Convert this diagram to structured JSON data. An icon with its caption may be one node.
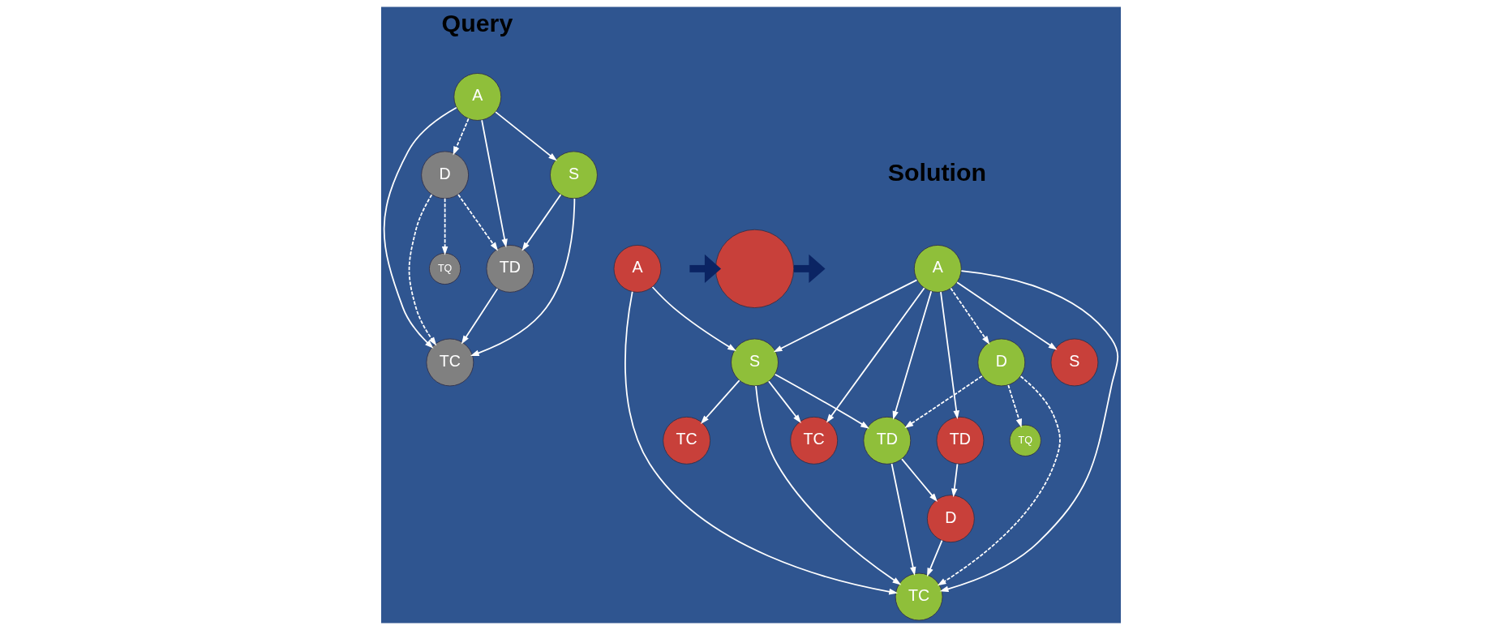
{
  "diagram": {
    "nodes": [
      {
        "text": [
          "A"
        ]
      },
      {
        "text": [
          "S"
        ]
      },
      {
        "text": [
          "TQ"
        ]
      },
      {
        "text": [
          "D"
        ]
      },
      {
        "text": [
          "TD"
        ]
      },
      {
        "text": [
          "TC"
        ]
      },
      {
        "text": [],
        "shape": "circle"
      },
      {
        "text": [
          "A"
        ]
      },
      {
        "text": [
          "A"
        ]
      },
      {
        "text": [
          "S"
        ]
      },
      {
        "text": [
          "TC"
        ]
      },
      {
        "text": [
          "TQ"
        ]
      },
      {
        "text": [
          "S"
        ]
      },
      {
        "text": [
          "D"
        ]
      },
      {
        "text": [
          "TC"
        ]
      },
      {
        "text": [
          "TD"
        ]
      },
      {
        "text": [
          "TC"
        ]
      },
      {
        "text": [
          "TD"
        ]
      },
      {
        "text": [
          "D"
        ]
      }
    ],
    "edges": [
      {
        "from": 0,
        "to": 4,
        "arrow": "to"
      },
      {
        "from": 0,
        "to": 3,
        "arrow": "to",
        "style": "dashed"
      },
      {
        "from": 0,
        "to": 1,
        "arrow": "to"
      },
      {
        "from": 0,
        "to": 5,
        "arrow": "to"
      },
      {
        "from": 1,
        "to": 4,
        "arrow": "to"
      },
      {
        "from": 1,
        "to": 5,
        "arrow": "to"
      },
      {
        "from": 3,
        "to": 2,
        "arrow": "to",
        "style": "dashed"
      },
      {
        "from": 3,
        "to": 4,
        "arrow": "to",
        "style": "dashed"
      },
      {
        "from": 3,
        "to": 5,
        "arrow": "to",
        "style": "dashed"
      },
      {
        "from": 4,
        "to": 5,
        "arrow": "to"
      },
      {
        "from": null,
        "to": 6,
        "arrow": "to",
        "style": "thick",
        "color": "#0b2463"
      },
      {
        "from": 6,
        "to": null,
        "arrow": "to",
        "style": "thick",
        "color": "#0b2463"
      },
      {
        "from": 8,
        "to": 9,
        "arrow": "to"
      },
      {
        "from": 8,
        "to": 17,
        "arrow": "to"
      },
      {
        "from": 8,
        "to": 15,
        "arrow": "to"
      },
      {
        "from": 8,
        "to": 13,
        "arrow": "to",
        "style": "dashed"
      },
      {
        "from": 8,
        "to": 12,
        "arrow": "to"
      },
      {
        "from": 8,
        "to": 16,
        "arrow": "to"
      },
      {
        "from": 8,
        "to": 10,
        "arrow": "to"
      },
      {
        "from": 7,
        "to": 12,
        "arrow": "to"
      },
      {
        "from": 7,
        "to": 16,
        "arrow": "to"
      },
      {
        "from": 12,
        "to": 10,
        "arrow": "to"
      },
      {
        "from": 12,
        "to": 15,
        "arrow": "to"
      },
      {
        "from": 12,
        "to": 16,
        "arrow": "to"
      },
      {
        "from": 12,
        "to": 14,
        "arrow": "to"
      },
      {
        "from": 13,
        "to": 11,
        "arrow": "to",
        "style": "dashed"
      },
      {
        "from": 13,
        "to": 15,
        "arrow": "to",
        "style": "dashed"
      },
      {
        "from": 13,
        "to": 16,
        "arrow": "to",
        "style": "dashed"
      },
      {
        "from": 15,
        "to": 16,
        "arrow": "to"
      },
      {
        "from": 15,
        "to": 18,
        "arrow": "to"
      },
      {
        "from": 17,
        "to": 18,
        "arrow": "to"
      },
      {
        "from": 18,
        "to": 16,
        "arrow": "to"
      }
    ],
    "labels": [
      "Query",
      "Solution"
    ]
  }
}
